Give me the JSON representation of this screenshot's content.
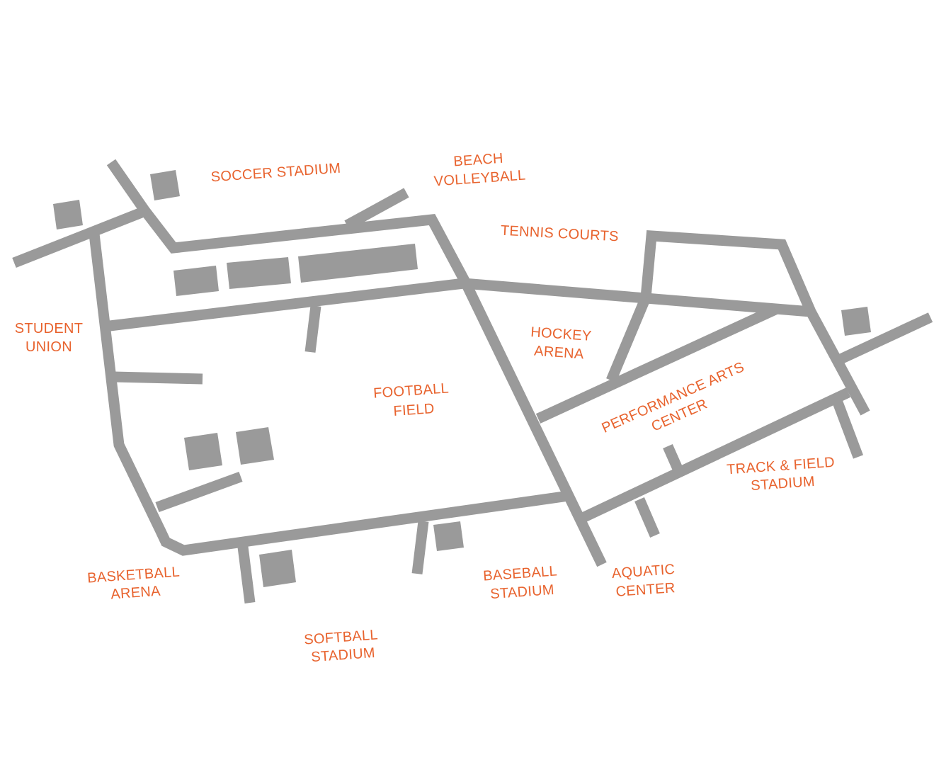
{
  "colors": {
    "road": "#9a9a9a",
    "building": "#9a9a9a",
    "label": "#e8632e",
    "background": "#ffffff"
  },
  "venues": {
    "soccer_stadium": "SOCCER STADIUM",
    "beach_volleyball": {
      "line1": "BEACH",
      "line2": "VOLLEYBALL"
    },
    "tennis_courts": "TENNIS COURTS",
    "student_union": {
      "line1": "STUDENT",
      "line2": "UNION"
    },
    "hockey_arena": {
      "line1": "HOCKEY",
      "line2": "ARENA"
    },
    "football_field": {
      "line1": "FOOTBALL",
      "line2": "FIELD"
    },
    "performance_arts_center": {
      "line1": "PERFORMANCE ARTS",
      "line2": "CENTER"
    },
    "track_field_stadium": {
      "line1": "TRACK & FIELD",
      "line2": "STADIUM"
    },
    "basketball_arena": {
      "line1": "BASKETBALL",
      "line2": "ARENA"
    },
    "baseball_stadium": {
      "line1": "BASEBALL",
      "line2": "STADIUM"
    },
    "aquatic_center": {
      "line1": "AQUATIC",
      "line2": "CENTER"
    },
    "softball_stadium": {
      "line1": "SOFTBALL",
      "line2": "STADIUM"
    }
  }
}
